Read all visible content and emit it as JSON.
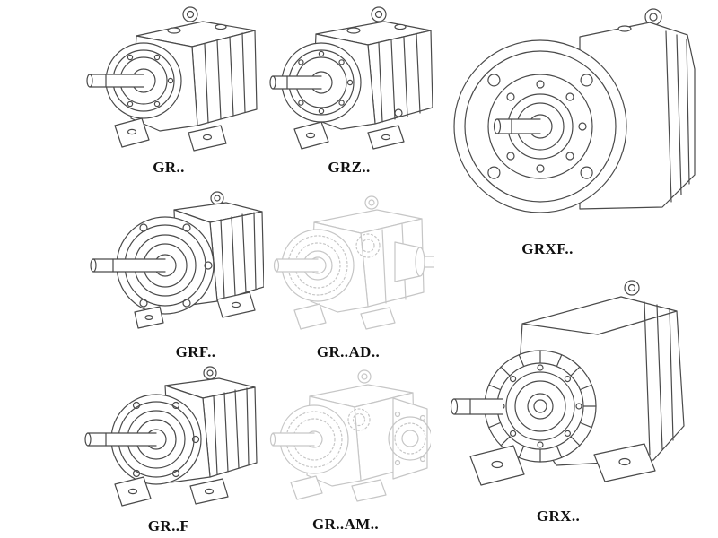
{
  "colors": {
    "background": "#ffffff",
    "line": "#4a4a4a",
    "ghost_line": "#c6c6c6",
    "label_text": "#101010"
  },
  "models": {
    "gr": {
      "label": "GR..",
      "drawing": "foot-mounted helical gear unit, solid line art, output shaft left"
    },
    "grz": {
      "label": "GRZ..",
      "drawing": "foot-mounted helical gear unit with bolted bearing cover, solid line art"
    },
    "grxf": {
      "label": "GRXF..",
      "drawing": "large flange-mounted helical gear unit, big front flange with bolt holes"
    },
    "grf": {
      "label": "GRF..",
      "drawing": "flange-mounted helical gear unit, round output flange, solid line art"
    },
    "grad": {
      "label": "GR..AD..",
      "drawing": "helical gear unit with input adapter, ghosted dotted line art, input shaft right"
    },
    "grx": {
      "label": "GRX..",
      "drawing": "large foot-mounted helical gear unit with radially finned front housing"
    },
    "grff": {
      "label": "GR..F",
      "drawing": "foot- and flange-mounted helical gear unit, solid line art"
    },
    "gram": {
      "label": "GR..AM..",
      "drawing": "helical gear unit with motor mounting flange, ghosted dotted line art"
    }
  }
}
